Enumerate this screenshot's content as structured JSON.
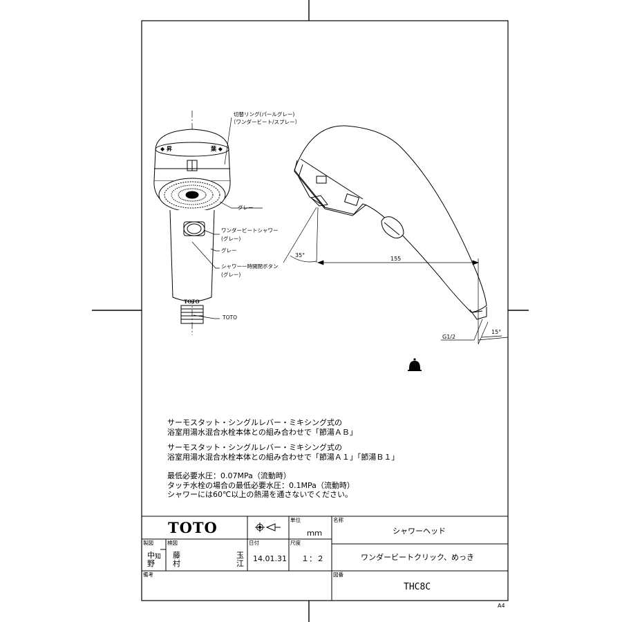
{
  "callouts": {
    "ring": "切替リング(パールグレー)",
    "ring_sub": "〔ワンダービート/スプレー〕",
    "gray1": "グレー",
    "wonder": "ワンダービートシャワー",
    "wonder_sub": "(グレー)",
    "gray2": "グレー",
    "button": "シャワー一時開閉ボタン",
    "button_sub": "(グレー)",
    "toto": "TOTO"
  },
  "dimensions": {
    "angle_35": "35°",
    "length_155": "155",
    "thread": "G1/2",
    "angle_15": "15°"
  },
  "marks": {
    "body_logo": "TOTO",
    "ring_left": "◆ 昇",
    "ring_right": "葉 ◆"
  },
  "notes": {
    "line1": "サーモスタット・シングルレバー・ミキシング式の",
    "line2": "浴室用湯水混合水栓本体との組み合わせで「節湯ＡＢ」",
    "line3": "サーモスタット・シングルレバー・ミキシング式の",
    "line4": "浴室用湯水混合水栓本体との組み合わせで「節湯Ａ１」「節湯Ｂ１」",
    "line5": "最低必要水圧：0.07MPa（流動時）",
    "line6": "タッチ水栓の場合の最低必要水圧：0.1MPa（流動時）",
    "line7": "シャワーには60℃以上の熱湯を通さないでください。"
  },
  "title_block": {
    "brand": "TOTO",
    "unit_label": "単位",
    "unit_value": "ｍｍ",
    "name_label": "名称",
    "name_value": "シャワーヘッド",
    "drawn_label": "製図",
    "drawn_value_1": "中",
    "drawn_value_2": "野",
    "drawn_stamp": "知",
    "checked_label": "検図",
    "checked_value_1": "藤",
    "checked_value_2": "村",
    "checked_stamp_1": "玉",
    "checked_stamp_2": "江",
    "date_label": "日付",
    "date_value": "14.01.31",
    "scale_label": "尺度",
    "scale_value": "１：２",
    "model_name": "ワンダービートクリック、めっき",
    "remarks_label": "備考",
    "drawing_no_label": "図番",
    "drawing_no_value": "THC8C"
  },
  "sheet_size": "A4"
}
